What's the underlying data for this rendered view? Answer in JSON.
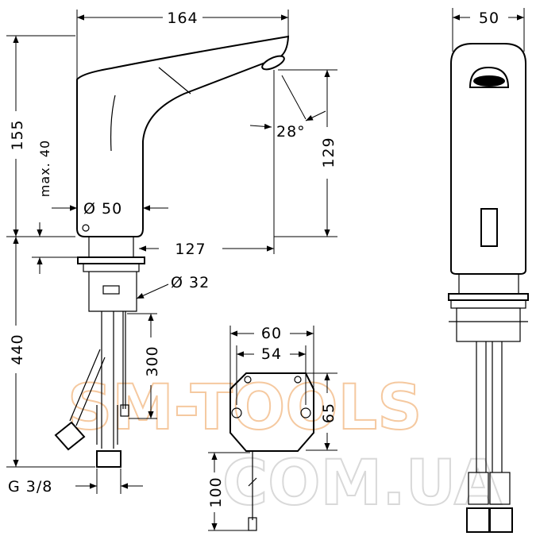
{
  "watermark": {
    "line1": "SM-TOOLS",
    "line2": "COM.UA"
  },
  "front_view": {
    "width_label": "164",
    "height_label": "155",
    "max_label": "max. 40",
    "spout_height_label": "129",
    "angle_label": "28°",
    "diameter_label": "Ø 50",
    "reach_label": "127",
    "hole_label": "Ø 32",
    "install_label": "440",
    "cable_label": "300",
    "thread_label": "G 3/8"
  },
  "control_box": {
    "width_outer_label": "60",
    "width_inner_label": "54",
    "height_label": "65",
    "cable_label": "100"
  },
  "side_view": {
    "width_label": "50"
  }
}
